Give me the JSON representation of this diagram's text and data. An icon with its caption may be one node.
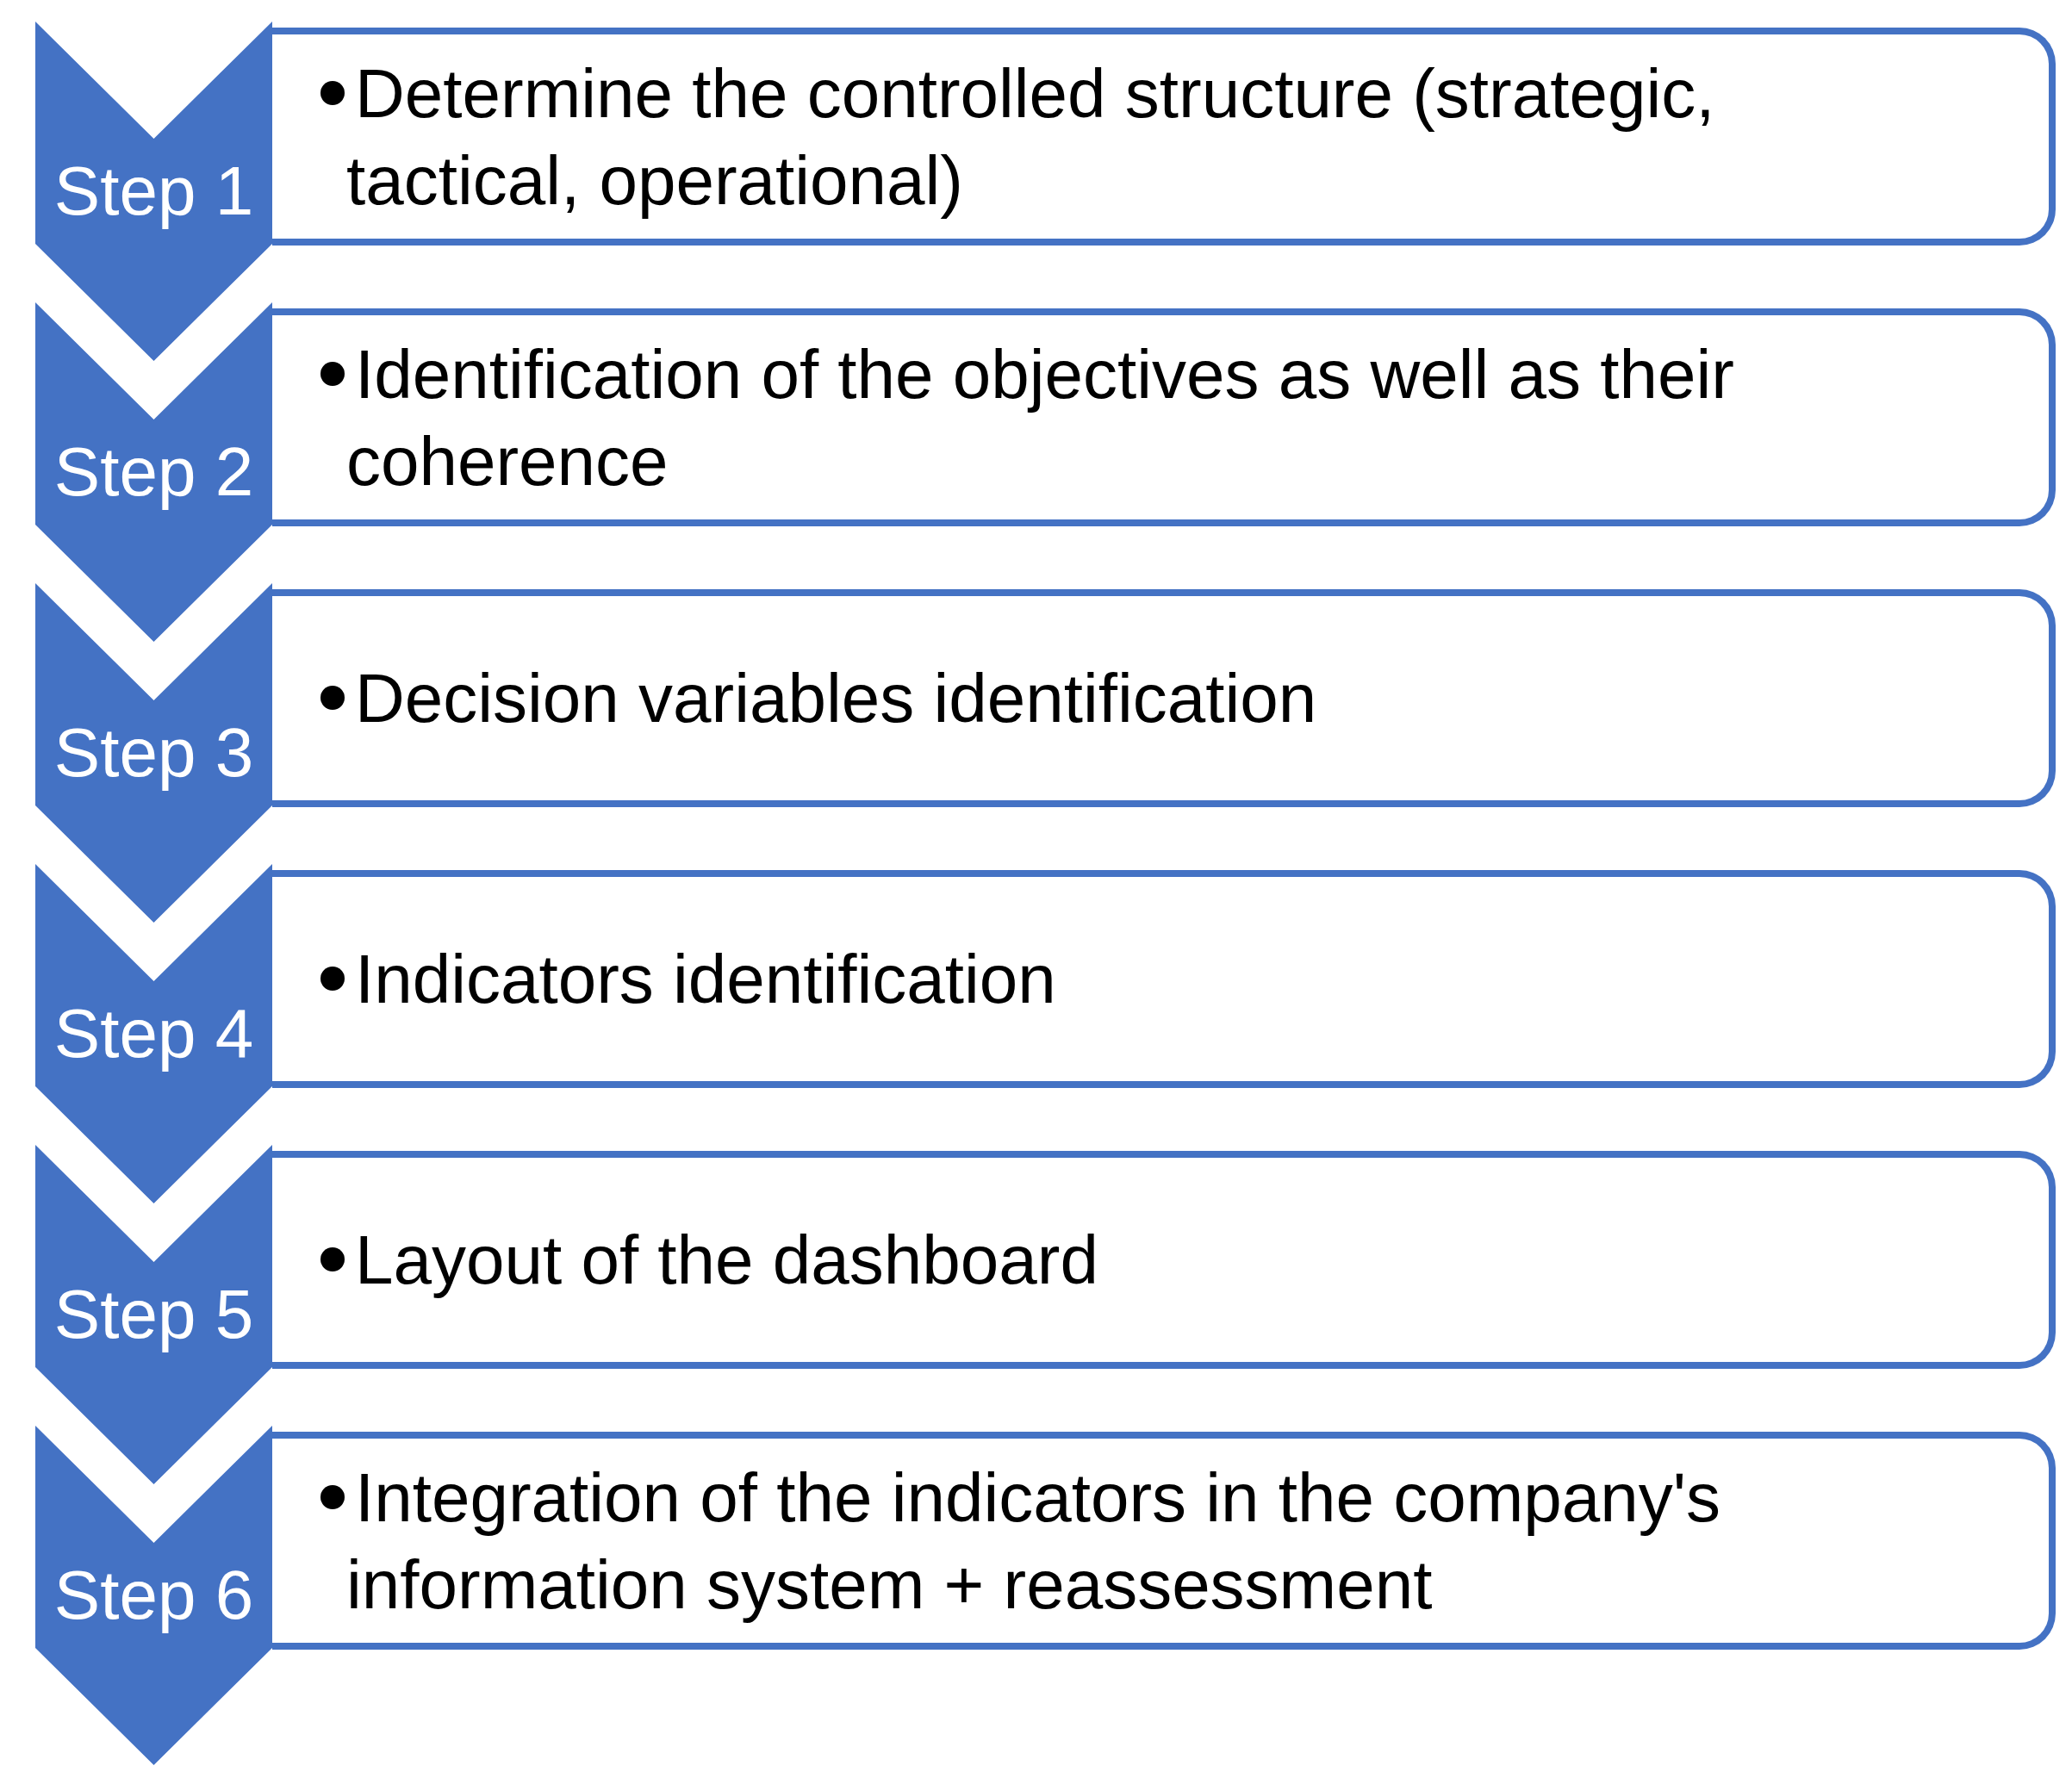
{
  "diagram": {
    "nodes": [
      {
        "text": [
          "Step 1"
        ]
      },
      {
        "text": [
          "Determine the controlled structure (strategic, tactical, operational)"
        ]
      },
      {
        "text": [
          "Step 2"
        ]
      },
      {
        "text": [
          "Identification of the objectives as well as their coherence"
        ]
      },
      {
        "text": [
          "Step 3"
        ]
      },
      {
        "text": [
          "Decision variables identification"
        ]
      },
      {
        "text": [
          "Step 4"
        ]
      },
      {
        "text": [
          "Indicators identification"
        ]
      },
      {
        "text": [
          "Step 5"
        ]
      },
      {
        "text": [
          "Layout of the dashboard"
        ]
      },
      {
        "text": [
          "Step 6"
        ]
      },
      {
        "text": [
          "Integration of the indicators in the company's information system + reassessment"
        ]
      }
    ]
  }
}
